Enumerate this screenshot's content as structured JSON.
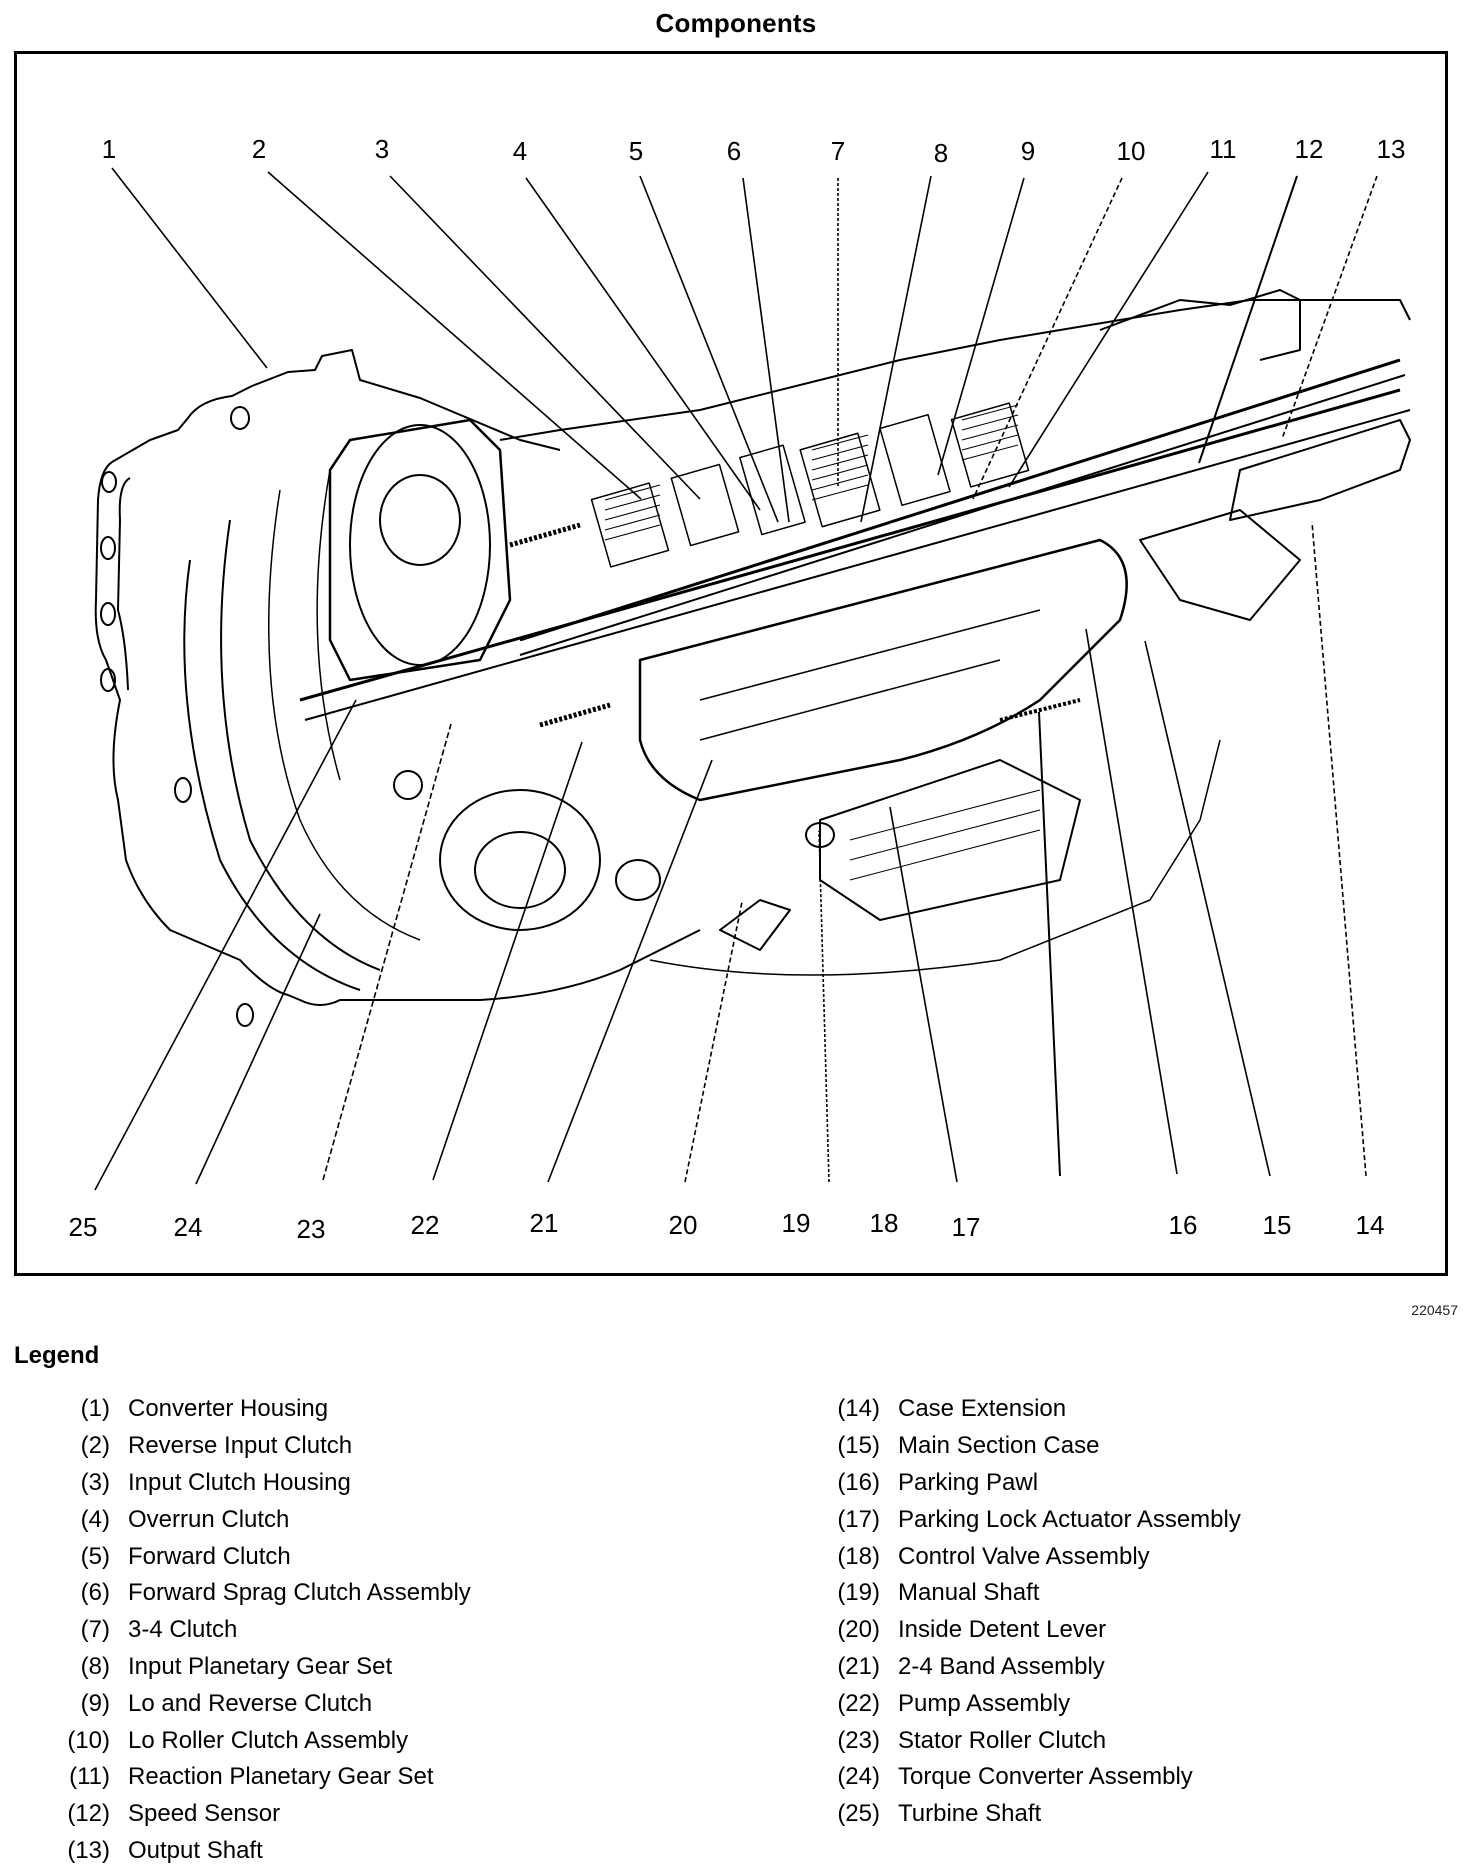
{
  "title": "Components",
  "figure_id": "220457",
  "illustration": {
    "subject": "automatic-transmission-cutaway",
    "callouts_top": [
      "1",
      "2",
      "3",
      "4",
      "5",
      "6",
      "7",
      "8",
      "9",
      "10",
      "11",
      "12",
      "13"
    ],
    "callouts_bottom": [
      "25",
      "24",
      "23",
      "22",
      "21",
      "20",
      "19",
      "18",
      "17",
      "16",
      "15",
      "14"
    ]
  },
  "legend": {
    "title": "Legend",
    "left": [
      {
        "num": "(1)",
        "label": "Converter Housing"
      },
      {
        "num": "(2)",
        "label": "Reverse Input Clutch"
      },
      {
        "num": "(3)",
        "label": "Input Clutch Housing"
      },
      {
        "num": "(4)",
        "label": "Overrun Clutch"
      },
      {
        "num": "(5)",
        "label": "Forward Clutch"
      },
      {
        "num": "(6)",
        "label": "Forward Sprag Clutch Assembly"
      },
      {
        "num": "(7)",
        "label": "3-4 Clutch"
      },
      {
        "num": "(8)",
        "label": "Input Planetary Gear Set"
      },
      {
        "num": "(9)",
        "label": "Lo and Reverse Clutch"
      },
      {
        "num": "(10)",
        "label": "Lo Roller Clutch Assembly"
      },
      {
        "num": "(11)",
        "label": "Reaction Planetary Gear Set"
      },
      {
        "num": "(12)",
        "label": "Speed Sensor"
      },
      {
        "num": "(13)",
        "label": "Output Shaft"
      }
    ],
    "right": [
      {
        "num": "(14)",
        "label": "Case Extension"
      },
      {
        "num": "(15)",
        "label": "Main Section Case"
      },
      {
        "num": "(16)",
        "label": "Parking Pawl"
      },
      {
        "num": "(17)",
        "label": "Parking Lock Actuator Assembly"
      },
      {
        "num": "(18)",
        "label": "Control Valve Assembly"
      },
      {
        "num": "(19)",
        "label": "Manual Shaft"
      },
      {
        "num": "(20)",
        "label": "Inside Detent Lever"
      },
      {
        "num": "(21)",
        "label": "2-4 Band Assembly"
      },
      {
        "num": "(22)",
        "label": "Pump Assembly"
      },
      {
        "num": "(23)",
        "label": "Stator Roller Clutch"
      },
      {
        "num": "(24)",
        "label": "Torque Converter Assembly"
      },
      {
        "num": "(25)",
        "label": "Turbine Shaft"
      }
    ]
  }
}
